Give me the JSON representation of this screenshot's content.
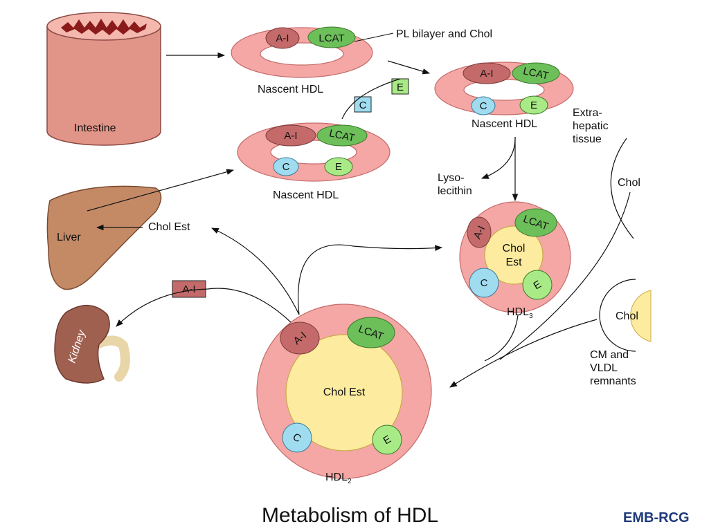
{
  "title": "Metabolism of HDL",
  "brand": "EMB-RCG",
  "colors": {
    "ring": "#f4a7a4",
    "ring_stroke": "#c56b6b",
    "core": "#fdeb9f",
    "a1": "#c46a6a",
    "lcat": "#6dbf5a",
    "apoC": "#9fdcf0",
    "apoE": "#a8ea86",
    "liver": "#c48a66",
    "kidney": "#a0604f",
    "intestine": "#e19488",
    "intestine_lumen": "#8b1a1a",
    "brand": "#1f3a7a"
  },
  "labels": {
    "intestine": "Intestine",
    "liver": "Liver",
    "kidney": "Kidney",
    "pl_bilayer": "PL bilayer and Chol",
    "nascent_hdl": "Nascent HDL",
    "lyso": "Lyso-",
    "lecithin": "lecithin",
    "extra1": "Extra-",
    "extra2": "hepatic",
    "extra3": "tissue",
    "chol": "Chol",
    "chol_est": "Chol Est",
    "chol_word": "Chol",
    "est_word": "Est",
    "hdl3": "HDL",
    "hdl3_sub": "3",
    "hdl2": "HDL",
    "hdl2_sub": "2",
    "cm1": "CM and",
    "cm2": "VLDL",
    "cm3": "remnants"
  },
  "apo": {
    "a1": "A-I",
    "lcat": "LCAT",
    "c": "C",
    "e": "E"
  }
}
